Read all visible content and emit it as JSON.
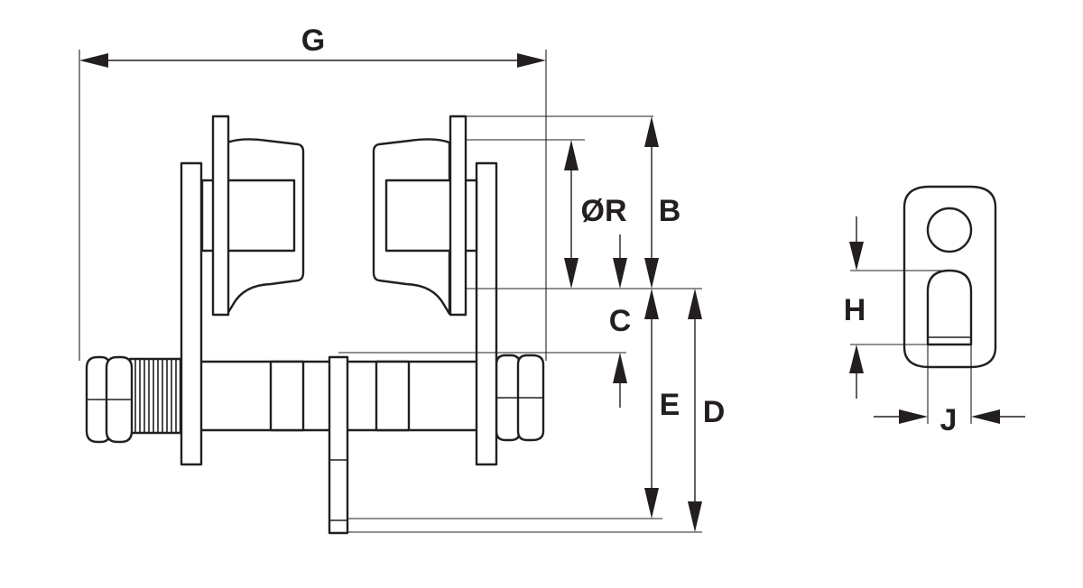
{
  "diagram": {
    "dimension_labels": {
      "g": "G",
      "b": "B",
      "r": "ØR",
      "c": "C",
      "e": "E",
      "d": "D",
      "h": "H",
      "j": "J"
    },
    "colors": {
      "line": "#231f20",
      "background": "#ffffff"
    }
  }
}
